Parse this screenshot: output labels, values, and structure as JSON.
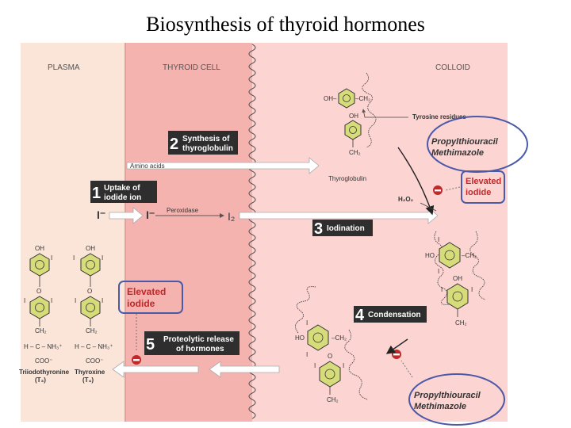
{
  "title": "Biosynthesis of thyroid hormones",
  "regions": {
    "plasma": "PLASMA",
    "thyroid_cell": "THYROID CELL",
    "colloid": "COLLOID"
  },
  "steps": [
    {
      "number": "1",
      "line1": "Uptake of",
      "line2": "iodide ion"
    },
    {
      "number": "2",
      "line1": "Synthesis of",
      "line2": "thyroglobulin"
    },
    {
      "number": "3",
      "line1": "Iodination",
      "line2": ""
    },
    {
      "number": "4",
      "line1": "Condensation",
      "line2": ""
    },
    {
      "number": "5",
      "line1": "Proteolytic release",
      "line2": "of hormones"
    }
  ],
  "labels": {
    "amino_acids": "Amino acids",
    "peroxidase": "Peroxidase",
    "iodide_plasma": "I⁻",
    "iodide_cell": "I⁻",
    "iodine": "I₂",
    "thyroglobulin": "Thyroglobulin",
    "tyrosine_residues": "Tyrosine residues",
    "h2o2": "H₂O₂",
    "elevated_iodide_colloid": {
      "line1": "Elevated",
      "line2": "iodide"
    },
    "elevated_iodide_plasma": {
      "line1": "Elevated",
      "line2": "iodide"
    },
    "drug_top": {
      "line1": "Propylthiouracil",
      "line2": "Methimazole"
    },
    "drug_bottom": {
      "line1": "Propylthiouracil",
      "line2": "Methimazole"
    },
    "t3": {
      "line1": "Triiodothyronine",
      "line2": "(T₃)"
    },
    "t4": {
      "line1": "Thyroxine",
      "line2": "(T₄)"
    }
  },
  "chem": {
    "oh": "OH",
    "ho": "HO",
    "o": "O",
    "i": "I",
    "ch2": "CH₂",
    "ch2_ring": "–CH₂",
    "oh_ring": "OH–",
    "amine_row": "H – C – NH₃⁺",
    "coo": "COO⁻"
  },
  "colors": {
    "plasma_bg": "#fbe4d8",
    "cell_bg": "#f5b3b0",
    "colloid_bg": "#fcd4d2",
    "step_box": "#2e2e2e",
    "inhibitor": "#c0282a",
    "highlight": "#4a5aa8",
    "ring_fill": "#d7dc7a"
  }
}
